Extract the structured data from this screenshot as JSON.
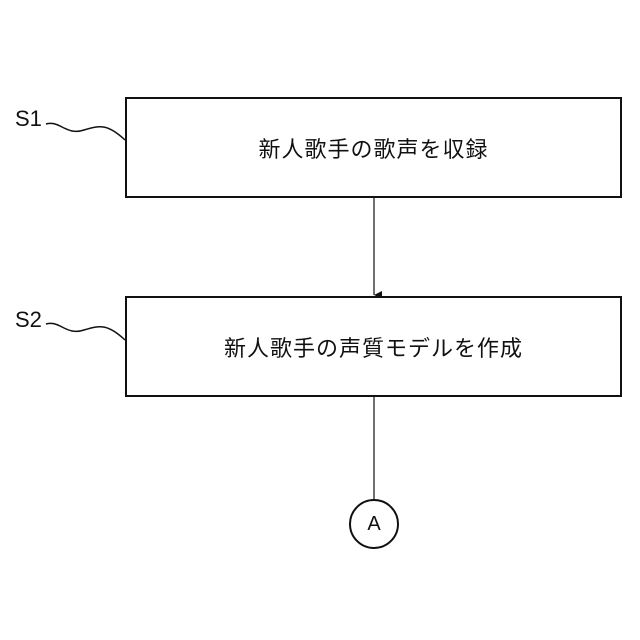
{
  "steps": [
    {
      "id": "S1",
      "text": "新人歌手の歌声を収録"
    },
    {
      "id": "S2",
      "text": "新人歌手の声質モデルを作成"
    }
  ],
  "connector": {
    "label": "A"
  },
  "colors": {
    "stroke": "#111111",
    "background": "#ffffff"
  }
}
